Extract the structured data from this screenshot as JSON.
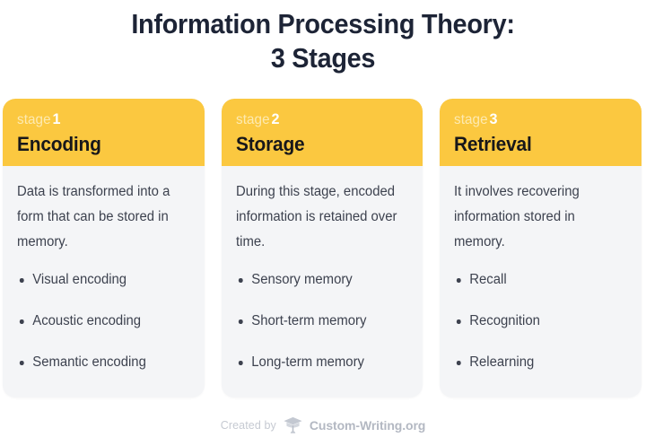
{
  "title": {
    "line1": "Information Processing Theory:",
    "line2": "3 Stages"
  },
  "colors": {
    "accent_yellow": "#FBC840",
    "card_body_bg": "#F4F5F7",
    "title_navy": "#1D2436",
    "body_text": "#3D424F",
    "stage_label": "#FDEAB1",
    "footer_muted": "#C6CAD2"
  },
  "cards": [
    {
      "stage_label": "stage",
      "stage_number": "1",
      "title": "Encoding",
      "description": "Data is transformed into a form that can be stored in memory.",
      "bullets": [
        "Visual encoding",
        "Acoustic encoding",
        "Semantic encoding"
      ]
    },
    {
      "stage_label": "stage",
      "stage_number": "2",
      "title": "Storage",
      "description": "During this stage, encoded information is retained over time.",
      "bullets": [
        "Sensory memory",
        "Short-term memory",
        "Long-term memory"
      ]
    },
    {
      "stage_label": "stage",
      "stage_number": "3",
      "title": "Retrieval",
      "description": "It involves recovering information stored in memory.",
      "bullets": [
        "Recall",
        "Recognition",
        "Relearning"
      ]
    }
  ],
  "footer": {
    "created_by": "Created by",
    "logo_icon": "graduation-cap-icon",
    "brand": "Custom-Writing.org"
  }
}
